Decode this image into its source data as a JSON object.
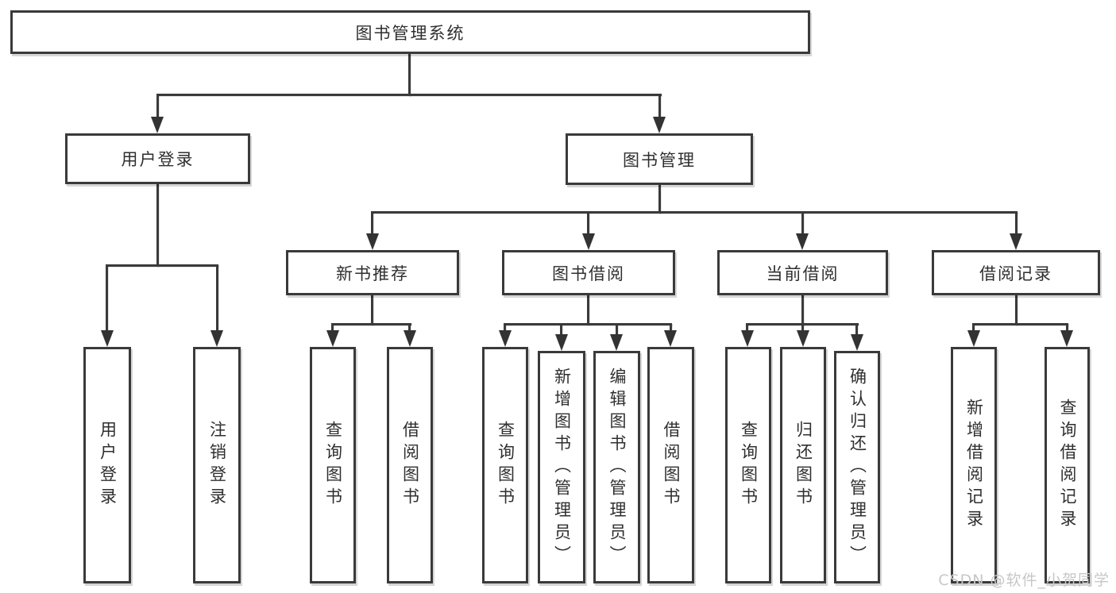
{
  "diagram": {
    "title": "图书管理系统",
    "colors": {
      "line": "#3a3a3a",
      "text": "#2f2f2f",
      "box_fill": "#ffffff",
      "watermark": "#c7c7c7"
    },
    "tree": {
      "label": "图书管理系统",
      "children": [
        {
          "label": "用户登录",
          "children": [
            {
              "label": "用户登录"
            },
            {
              "label": "注销登录"
            }
          ]
        },
        {
          "label": "图书管理",
          "children": [
            {
              "label": "新书推荐",
              "children": [
                {
                  "label": "查询图书"
                },
                {
                  "label": "借阅图书"
                }
              ]
            },
            {
              "label": "图书借阅",
              "children": [
                {
                  "label": "查询图书"
                },
                {
                  "label": "新增图书（管理员）"
                },
                {
                  "label": "编辑图书（管理员）"
                },
                {
                  "label": "借阅图书"
                }
              ]
            },
            {
              "label": "当前借阅",
              "children": [
                {
                  "label": "查询图书"
                },
                {
                  "label": "归还图书"
                },
                {
                  "label": "确认归还（管理员）"
                }
              ]
            },
            {
              "label": "借阅记录",
              "children": [
                {
                  "label": "新增借阅记录"
                },
                {
                  "label": "查询借阅记录"
                }
              ]
            }
          ]
        }
      ]
    }
  },
  "watermark": {
    "text": "CSDN @软件_小贺同学"
  }
}
